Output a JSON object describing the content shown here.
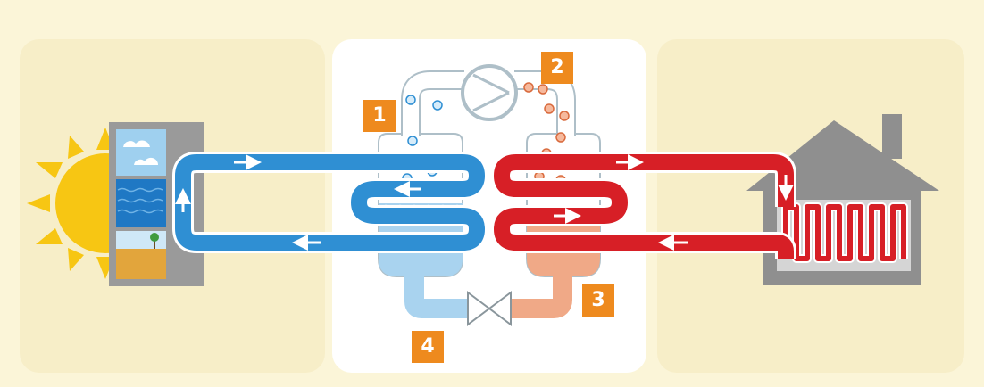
{
  "badges": {
    "one": "1",
    "two": "2",
    "three": "3",
    "four": "4"
  },
  "colors": {
    "page_background": "#fbf5d8",
    "side_panel": "#f7eec8",
    "center_panel": "#ffffff",
    "cold_pipe": "#2f8fd3",
    "hot_pipe": "#d71f26",
    "pipe_outline": "#ffffff",
    "gas_pipe": "#aebfc8",
    "liquid_blue": "#a9d3ef",
    "liquid_orange": "#f0a987",
    "badge_orange": "#ee8a1e",
    "sun_yellow": "#f7c613",
    "house_gray": "#8f8f8f"
  },
  "icons": [
    "sun-icon",
    "source-panel",
    "house-icon",
    "compressor-icon",
    "expansion-valve-icon",
    "radiator-coil"
  ]
}
